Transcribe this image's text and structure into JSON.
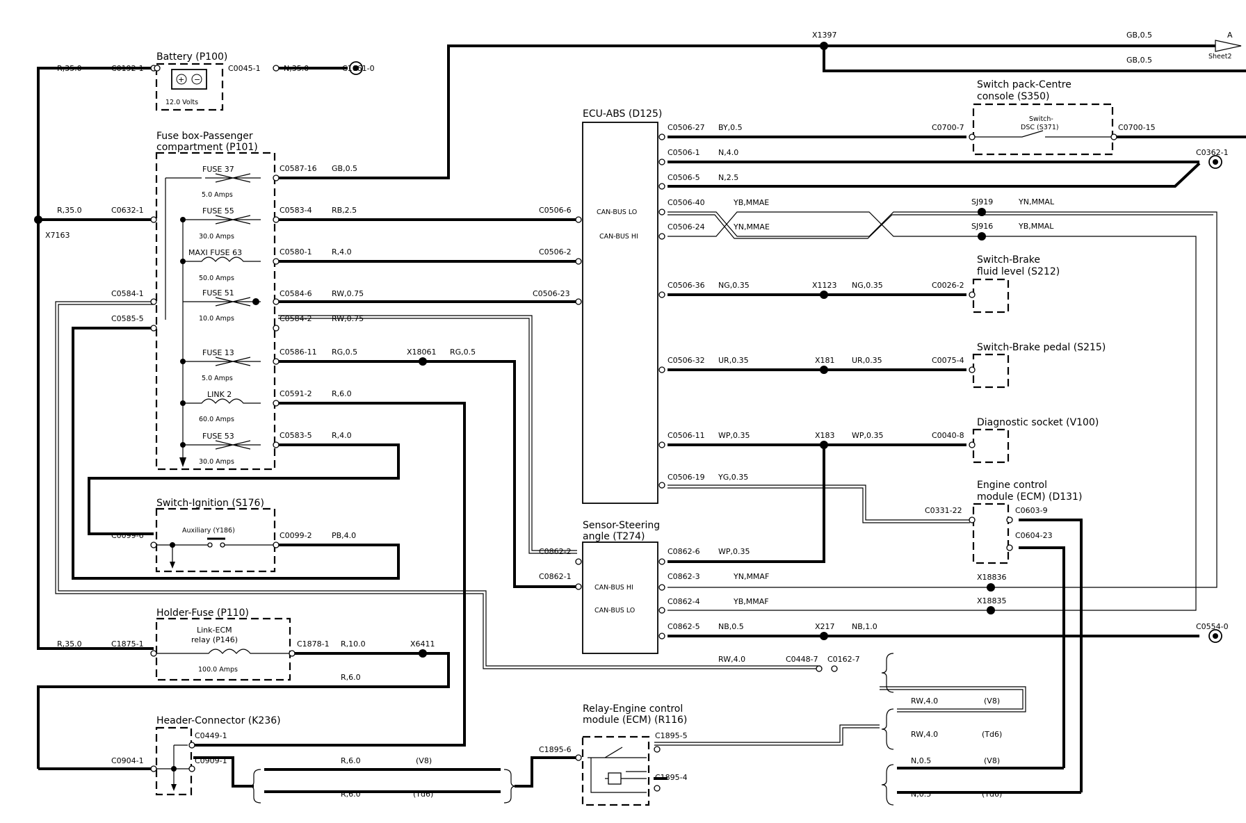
{
  "sheet_ref": {
    "letter": "A",
    "sheet": "Sheet2"
  },
  "components": {
    "battery": "Battery (P100)",
    "battery_rating": "12.0 Volts",
    "fusebox_line1": "Fuse box-Passenger",
    "fusebox_line2": "compartment (P101)",
    "ignition": "Switch-Ignition (S176)",
    "ignition_contact": "Auxiliary (Y186)",
    "holder_fuse": "Holder-Fuse (P110)",
    "link_ecm_1": "Link-ECM",
    "link_ecm_2": "relay (P146)",
    "link_ecm_rating": "100.0 Amps",
    "header_connector": "Header-Connector (K236)",
    "ecu_abs": "ECU-ABS (D125)",
    "can_lo": "CAN-BUS LO",
    "can_hi": "CAN-BUS HI",
    "sensor_1": "Sensor-Steering",
    "sensor_2": "angle (T274)",
    "relay_1": "Relay-Engine control",
    "relay_2": "module (ECM) (R116)",
    "switch_pack_1": "Switch pack-Centre",
    "switch_pack_2": "console (S350)",
    "switch_dsc_1": "Switch-",
    "switch_dsc_2": "DSC (S371)",
    "brake_fluid_1": "Switch-Brake",
    "brake_fluid_2": "fluid level (S212)",
    "brake_pedal": "Switch-Brake pedal (S215)",
    "diag_socket": "Diagnostic socket (V100)",
    "ecm_1": "Engine control",
    "ecm_2": "module (ECM) (D131)"
  },
  "fuses": [
    {
      "name": "FUSE 37",
      "rating": "5.0 Amps"
    },
    {
      "name": "FUSE 55",
      "rating": "30.0 Amps"
    },
    {
      "name": "MAXI FUSE 63",
      "rating": "50.0 Amps"
    },
    {
      "name": "FUSE 51",
      "rating": "10.0 Amps"
    },
    {
      "name": "FUSE 13",
      "rating": "5.0 Amps"
    },
    {
      "name": "LINK 2",
      "rating": "60.0 Amps"
    },
    {
      "name": "FUSE 53",
      "rating": "30.0 Amps"
    }
  ],
  "connectors": {
    "c0192_1": "C0192-1",
    "c0045_1": "C0045-1",
    "c1661_0": "C1661-0",
    "c0587_16": "C0587-16",
    "c0632_1": "C0632-1",
    "c0583_4": "C0583-4",
    "c0580_1": "C0580-1",
    "c0584_1": "C0584-1",
    "c0584_6": "C0584-6",
    "c0585_5": "C0585-5",
    "c0584_2": "C0584-2",
    "c0586_11": "C0586-11",
    "c0591_2": "C0591-2",
    "c0583_5": "C0583-5",
    "c0099_6": "C0099-6",
    "c0099_2": "C0099-2",
    "c1875_1": "C1875-1",
    "c1878_1": "C1878-1",
    "c0449_1": "C0449-1",
    "c0904_1": "C0904-1",
    "c0909_1": "C0909-1",
    "c0506_6": "C0506-6",
    "c0506_2": "C0506-2",
    "c0506_23": "C0506-23",
    "c0506_27": "C0506-27",
    "c0506_1": "C0506-1",
    "c0506_5": "C0506-5",
    "c0506_40": "C0506-40",
    "c0506_24": "C0506-24",
    "c0506_36": "C0506-36",
    "c0506_32": "C0506-32",
    "c0506_11": "C0506-11",
    "c0506_19": "C0506-19",
    "c0862_2": "C0862-2",
    "c0862_1": "C0862-1",
    "c0862_6": "C0862-6",
    "c0862_3": "C0862-3",
    "c0862_4": "C0862-4",
    "c0862_5": "C0862-5",
    "c0700_7": "C0700-7",
    "c0700_15": "C0700-15",
    "c0362_1": "C0362-1",
    "c0026_2": "C0026-2",
    "c0075_4": "C0075-4",
    "c0040_8": "C0040-8",
    "c0331_22": "C0331-22",
    "c0603_9": "C0603-9",
    "c0604_23": "C0604-23",
    "c0554_0": "C0554-0",
    "c0448_7": "C0448-7",
    "c0162_7": "C0162-7",
    "c1895_6": "C1895-6",
    "c1895_5": "C1895-5",
    "c1895_4": "C1895-4"
  },
  "splices": {
    "x1397": "X1397",
    "x7163": "X7163",
    "x18061": "X18061",
    "x6411": "X6411",
    "sj919": "SJ919",
    "sj916": "SJ916",
    "x1123": "X1123",
    "x181": "X181",
    "x183": "X183",
    "x18836": "X18836",
    "x18835": "X18835",
    "x217": "X217"
  },
  "wires": {
    "r35": "R,35.0",
    "n35": "N,35.0",
    "gb05": "GB,0.5",
    "rb25": "RB,2.5",
    "r40": "R,4.0",
    "rw075": "RW,0.75",
    "rg05": "RG,0.5",
    "r60": "R,6.0",
    "pb40": "PB,4.0",
    "r100": "R,10.0",
    "by05": "BY,0.5",
    "n40": "N,4.0",
    "n25": "N,2.5",
    "yb_mmae": "YB,MMAE",
    "yn_mmae": "YN,MMAE",
    "yn_mmal": "YN,MMAL",
    "yb_mmal": "YB,MMAL",
    "ng035": "NG,0.35",
    "ur035": "UR,0.35",
    "wp035": "WP,0.35",
    "yg035": "YG,0.35",
    "yn_mmaf": "YN,MMAF",
    "yb_mmaf": "YB,MMAF",
    "nb05": "NB,0.5",
    "nb10": "NB,1.0",
    "rw40": "RW,4.0",
    "n05": "N,0.5"
  },
  "variants": {
    "v8": "(V8)",
    "td6": "(Td6)"
  }
}
